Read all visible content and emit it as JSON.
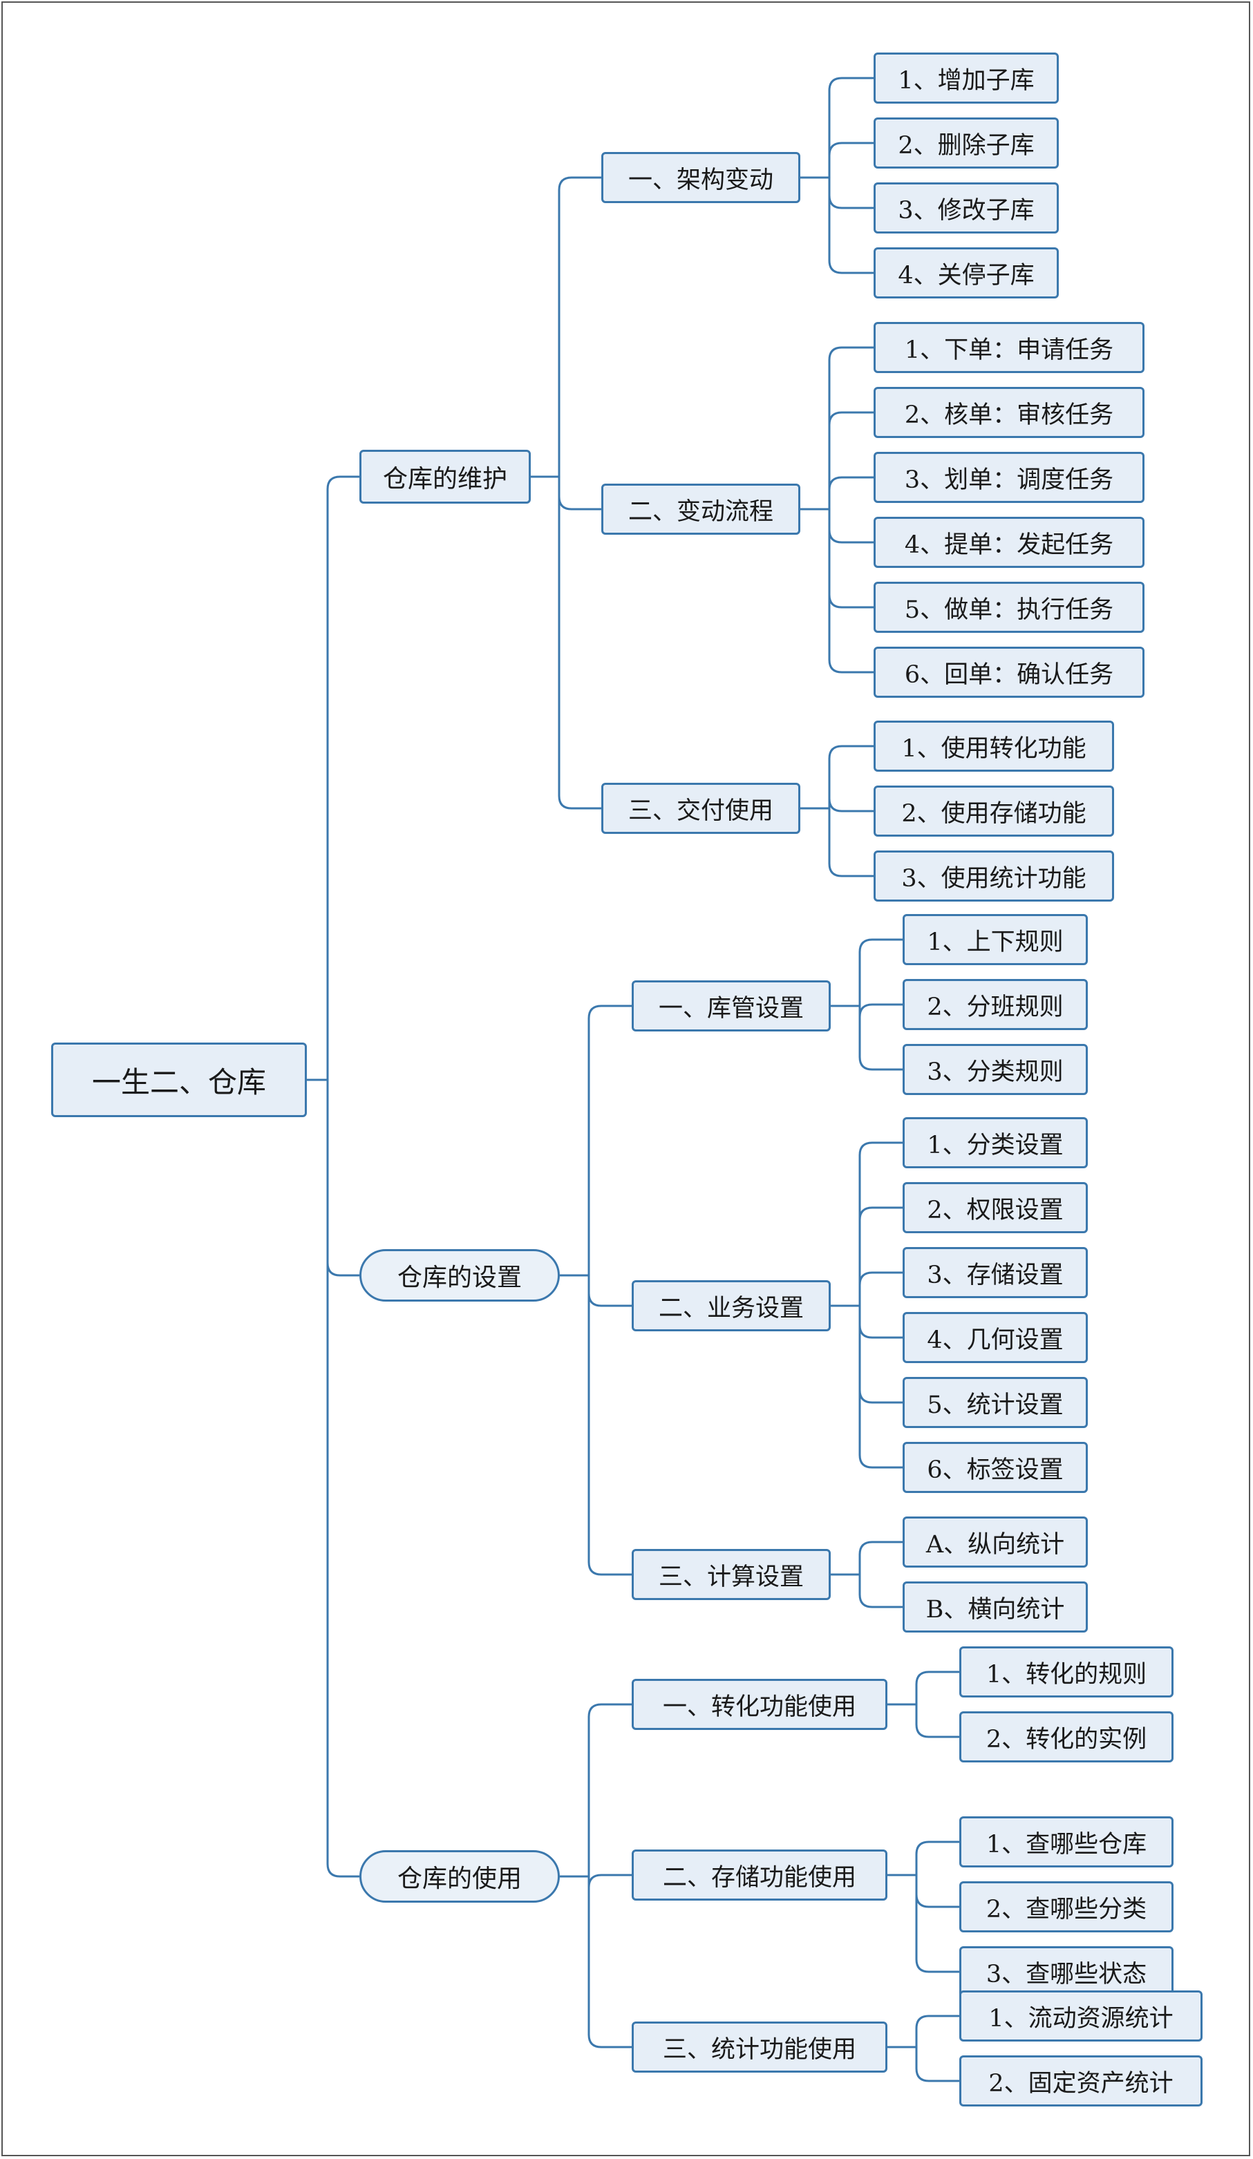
{
  "root": "一生二、仓库",
  "style": {
    "line_color": "#3b78ad",
    "fill_color": "#e6eef7",
    "border_color": "#3b78ad"
  },
  "branches": [
    {
      "label": "仓库的维护",
      "children": [
        {
          "label": "一、架构变动",
          "children": [
            "1、增加子库",
            "2、删除子库",
            "3、修改子库",
            "4、关停子库"
          ]
        },
        {
          "label": "二、变动流程",
          "children": [
            "1、下单：申请任务",
            "2、核单：审核任务",
            "3、划单：调度任务",
            "4、提单：发起任务",
            "5、做单：执行任务",
            "6、回单：确认任务"
          ]
        },
        {
          "label": "三、交付使用",
          "children": [
            "1、使用转化功能",
            "2、使用存储功能",
            "3、使用统计功能"
          ]
        }
      ]
    },
    {
      "label": "仓库的设置",
      "children": [
        {
          "label": "一、库管设置",
          "children": [
            "1、上下规则",
            "2、分班规则",
            "3、分类规则"
          ]
        },
        {
          "label": "二、业务设置",
          "children": [
            "1、分类设置",
            "2、权限设置",
            "3、存储设置",
            "4、几何设置",
            "5、统计设置",
            "6、标签设置"
          ]
        },
        {
          "label": "三、计算设置",
          "children": [
            "A、纵向统计",
            "B、横向统计"
          ]
        }
      ]
    },
    {
      "label": "仓库的使用",
      "children": [
        {
          "label": "一、转化功能使用",
          "children": [
            "1、转化的规则",
            "2、转化的实例"
          ]
        },
        {
          "label": "二、存储功能使用",
          "children": [
            "1、查哪些仓库",
            "2、查哪些分类",
            "3、查哪些状态"
          ]
        },
        {
          "label": "三、统计功能使用",
          "children": [
            "1、流动资源统计",
            "2、固定资产统计"
          ]
        }
      ]
    }
  ]
}
